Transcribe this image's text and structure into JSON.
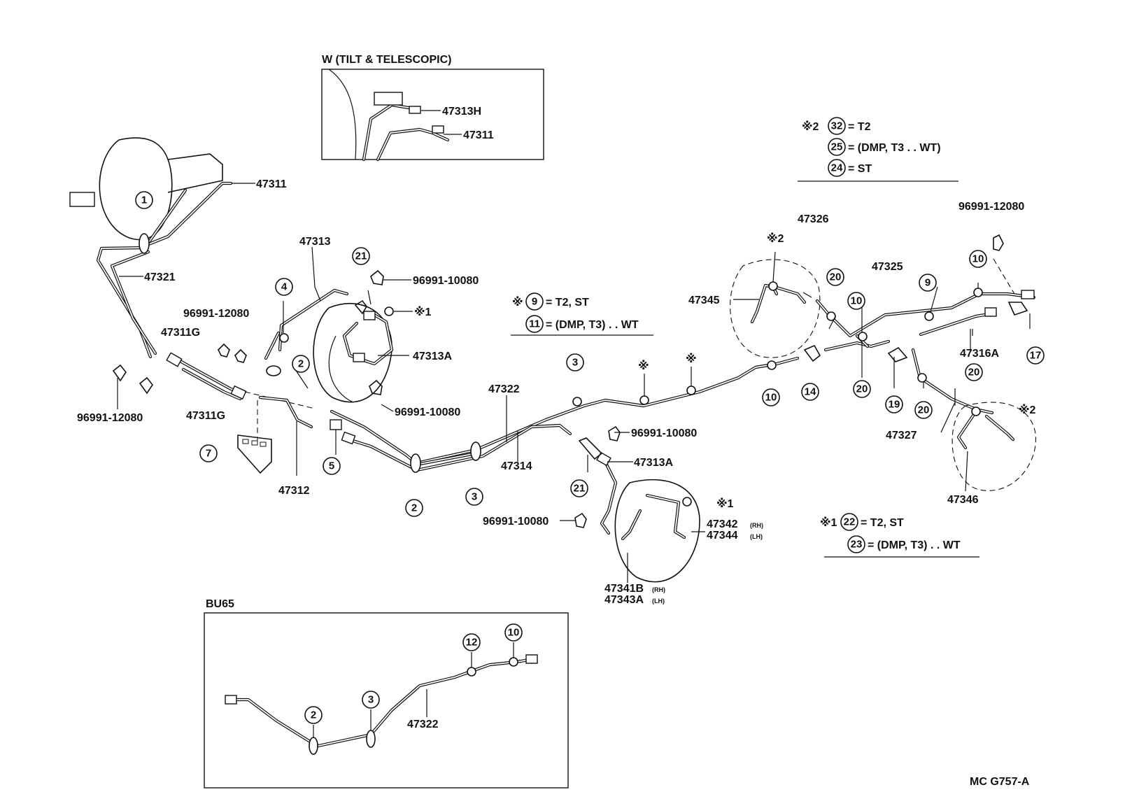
{
  "insets": {
    "tilt": {
      "title": "W (TILT & TELESCOPIC)",
      "labels": [
        "47313H",
        "47311"
      ]
    },
    "bu65": {
      "title": "BU65",
      "label": "47322",
      "callouts": [
        "2",
        "3",
        "12",
        "10"
      ]
    }
  },
  "part_labels": {
    "p47311": "47311",
    "p47321": "47321",
    "p47313": "47313",
    "p96991_10080_a": "96991-10080",
    "p47313a_top": "47313A",
    "p96991_10080_b": "96991-10080",
    "p96991_12080_a": "96991-12080",
    "p47311g_top": "47311G",
    "p96991_12080_b": "96991-12080",
    "p47311g_bottom": "47311G",
    "p47312": "47312",
    "p47322": "47322",
    "p47314": "47314",
    "p96991_10080_c": "96991-10080",
    "p47313a_mid": "47313A",
    "p96991_10080_d": "96991-10080",
    "p47342": "47342",
    "p47342_side": "(RH)",
    "p47344": "47344",
    "p47344_side": "(LH)",
    "p47341b": "47341B",
    "p47341b_side": "(RH)",
    "p47343a": "47343A",
    "p47343a_side": "(LH)",
    "p47326": "47326",
    "p47325": "47325",
    "p47345": "47345",
    "p96991_12080_c": "96991-12080",
    "p47316a": "47316A",
    "p47327": "47327",
    "p47346": "47346"
  },
  "callouts": {
    "c1": "1",
    "c4": "4",
    "c2a": "2",
    "c21a": "21",
    "c7": "7",
    "c5": "5",
    "c2b": "2",
    "c3a": "3",
    "c3b": "3",
    "c21b": "21",
    "c10a": "10",
    "c14": "14",
    "c20a": "20",
    "c10b": "10",
    "c9": "9",
    "c10c": "10",
    "c20b": "20",
    "c19": "19",
    "c20c": "20",
    "c20d": "20",
    "c17": "17"
  },
  "marks": {
    "note1_a": "※1",
    "note1_b": "※1",
    "note2_a": "※2",
    "note2_b": "※2",
    "star_a": "※",
    "star_b": "※"
  },
  "legends": {
    "mid": {
      "mark": "※",
      "rows": [
        {
          "num": "9",
          "text": "= T2, ST"
        },
        {
          "num": "11",
          "text": "= (DMP, T3) . . WT"
        }
      ]
    },
    "top_right": {
      "mark": "※2",
      "rows": [
        {
          "num": "32",
          "text": "= T2"
        },
        {
          "num": "25",
          "text": "= (DMP, T3 . . WT)"
        },
        {
          "num": "24",
          "text": "= ST"
        }
      ]
    },
    "bottom_right": {
      "mark": "※1",
      "rows": [
        {
          "num": "22",
          "text": "= T2, ST"
        },
        {
          "num": "23",
          "text": "= (DMP, T3) . . WT"
        }
      ]
    }
  },
  "footer_code": "MC G757-A"
}
